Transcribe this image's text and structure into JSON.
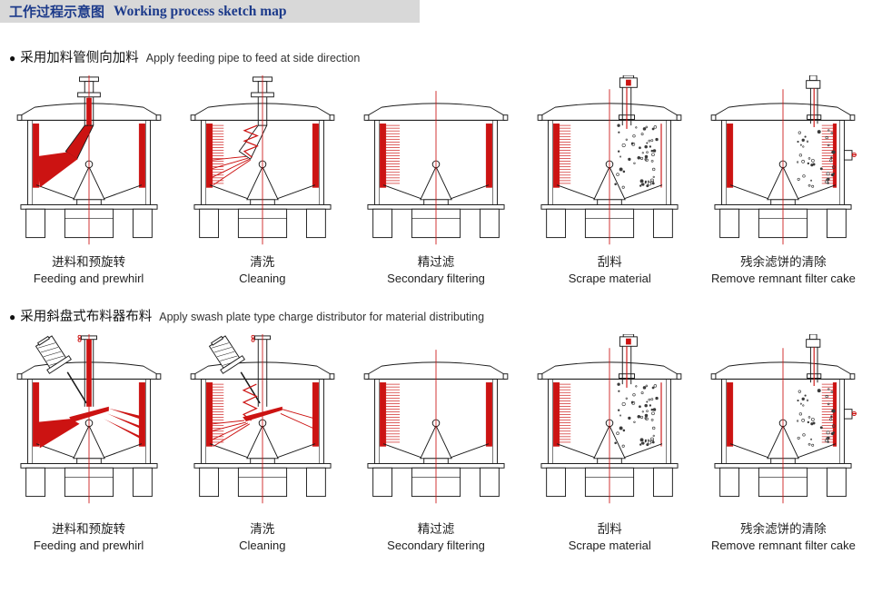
{
  "header": {
    "title_zh": "工作过程示意图",
    "title_en": "Working process sketch map"
  },
  "colors": {
    "accent_red": "#cc1312",
    "title_blue": "#1c3a8a",
    "header_bg": "#d8d8d8",
    "ink": "#1a1a1a"
  },
  "sections": [
    {
      "bullet": "●",
      "heading_zh": "采用加料管侧向加料",
      "heading_en": "Apply feeding pipe to feed at side direction",
      "steps": [
        {
          "caption_zh": "进料和预旋转",
          "caption_en": "Feeding and prewhirl",
          "variant": "feed-side"
        },
        {
          "caption_zh": "清洗",
          "caption_en": "Cleaning",
          "variant": "clean-side"
        },
        {
          "caption_zh": "精过滤",
          "caption_en": "Secondary filtering",
          "variant": "filter"
        },
        {
          "caption_zh": "刮料",
          "caption_en": "Scrape material",
          "variant": "scrape"
        },
        {
          "caption_zh": "残余滤饼的清除",
          "caption_en": "Remove remnant filter cake",
          "variant": "remnant"
        }
      ]
    },
    {
      "bullet": "●",
      "heading_zh": "采用斜盘式布料器布料",
      "heading_en": "Apply swash plate type charge distributor for material distributing",
      "steps": [
        {
          "caption_zh": "进料和预旋转",
          "caption_en": "Feeding and prewhirl",
          "variant": "feed-swash"
        },
        {
          "caption_zh": "清洗",
          "caption_en": "Cleaning",
          "variant": "clean-swash"
        },
        {
          "caption_zh": "精过滤",
          "caption_en": "Secondary filtering",
          "variant": "filter"
        },
        {
          "caption_zh": "刮料",
          "caption_en": "Scrape material",
          "variant": "scrape"
        },
        {
          "caption_zh": "残余滤饼的清除",
          "caption_en": "Remove remnant filter cake",
          "variant": "remnant"
        }
      ]
    }
  ]
}
